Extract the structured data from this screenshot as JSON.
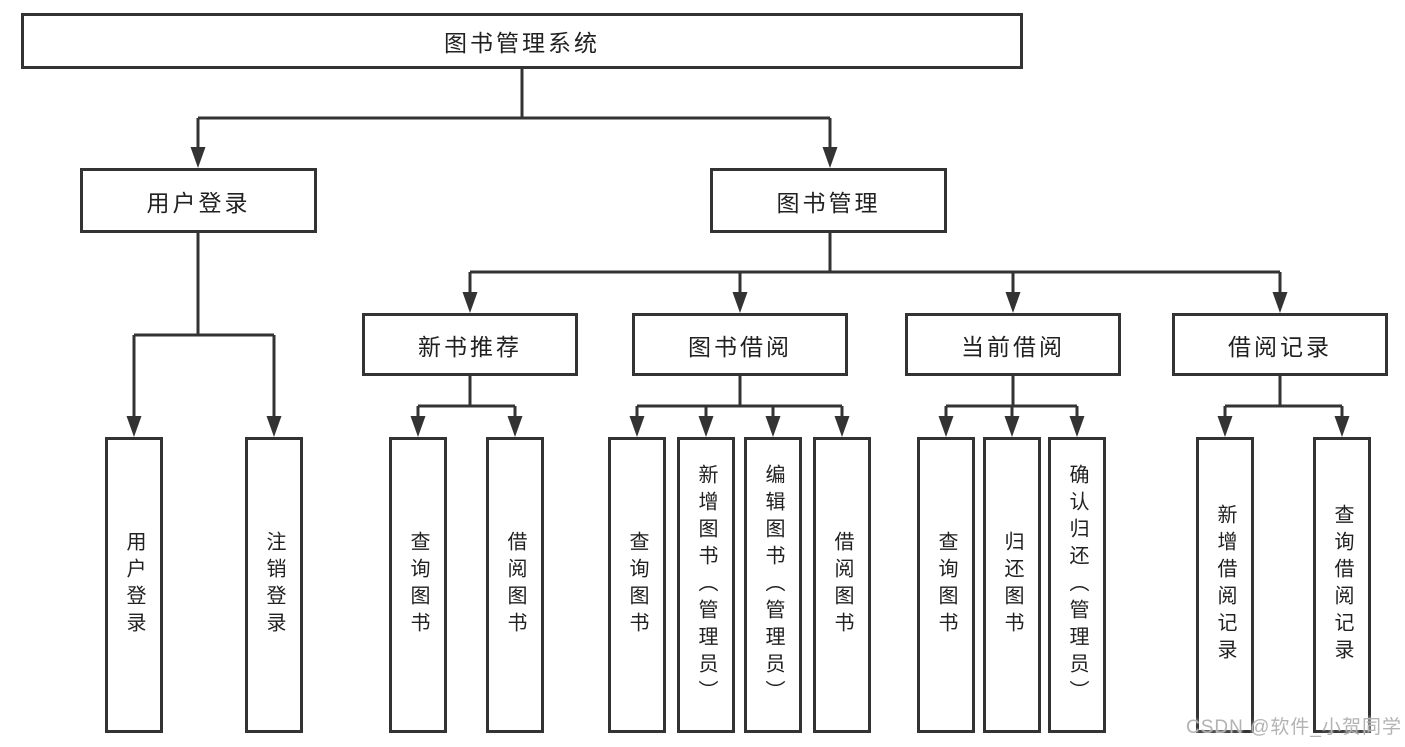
{
  "tree": {
    "root": "图书管理系统",
    "branches": [
      {
        "label": "用户登录",
        "children": [
          "用户登录",
          "注销登录"
        ]
      },
      {
        "label": "图书管理",
        "groups": [
          {
            "label": "新书推荐",
            "children": [
              "查询图书",
              "借阅图书"
            ]
          },
          {
            "label": "图书借阅",
            "children": [
              "查询图书",
              "新增图书（管理员）",
              "编辑图书（管理员）",
              "借阅图书"
            ]
          },
          {
            "label": "当前借阅",
            "children": [
              "查询图书",
              "归还图书",
              "确认归还（管理员）"
            ]
          },
          {
            "label": "借阅记录",
            "children": [
              "新增借阅记录",
              "查询借阅记录"
            ]
          }
        ]
      }
    ]
  },
  "watermark": "CSDN @软件_小贺同学",
  "colors": {
    "line": "#333333",
    "box_border": "#333333",
    "box_fill": "#ffffff",
    "text": "#212121",
    "watermark": "#b3b3b3"
  }
}
